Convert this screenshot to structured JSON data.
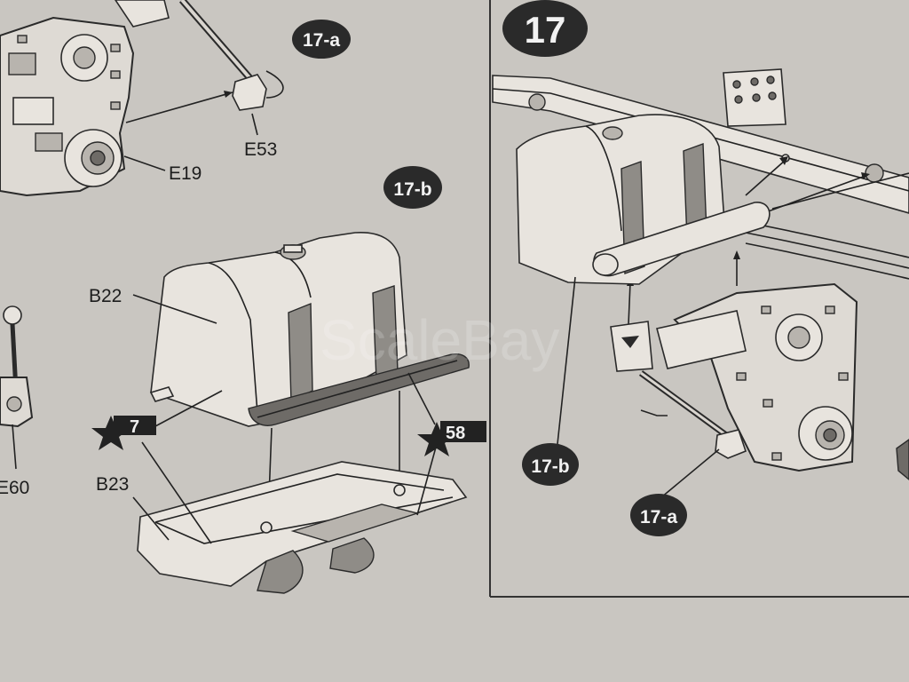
{
  "step": {
    "number": "17"
  },
  "callouts": {
    "a_top": "17-a",
    "b_top": "17-b",
    "b_main": "17-b",
    "a_main": "17-a"
  },
  "parts": {
    "e53": "E53",
    "e19": "E19",
    "b22": "B22",
    "b23": "B23",
    "e60": "E60"
  },
  "paint_refs": {
    "ref_7": "7",
    "ref_58": "58"
  },
  "watermark": "ScaleBay",
  "colors": {
    "paper": "#c9c6c1",
    "bubble": "#2a2a2a",
    "line": "#222222"
  }
}
